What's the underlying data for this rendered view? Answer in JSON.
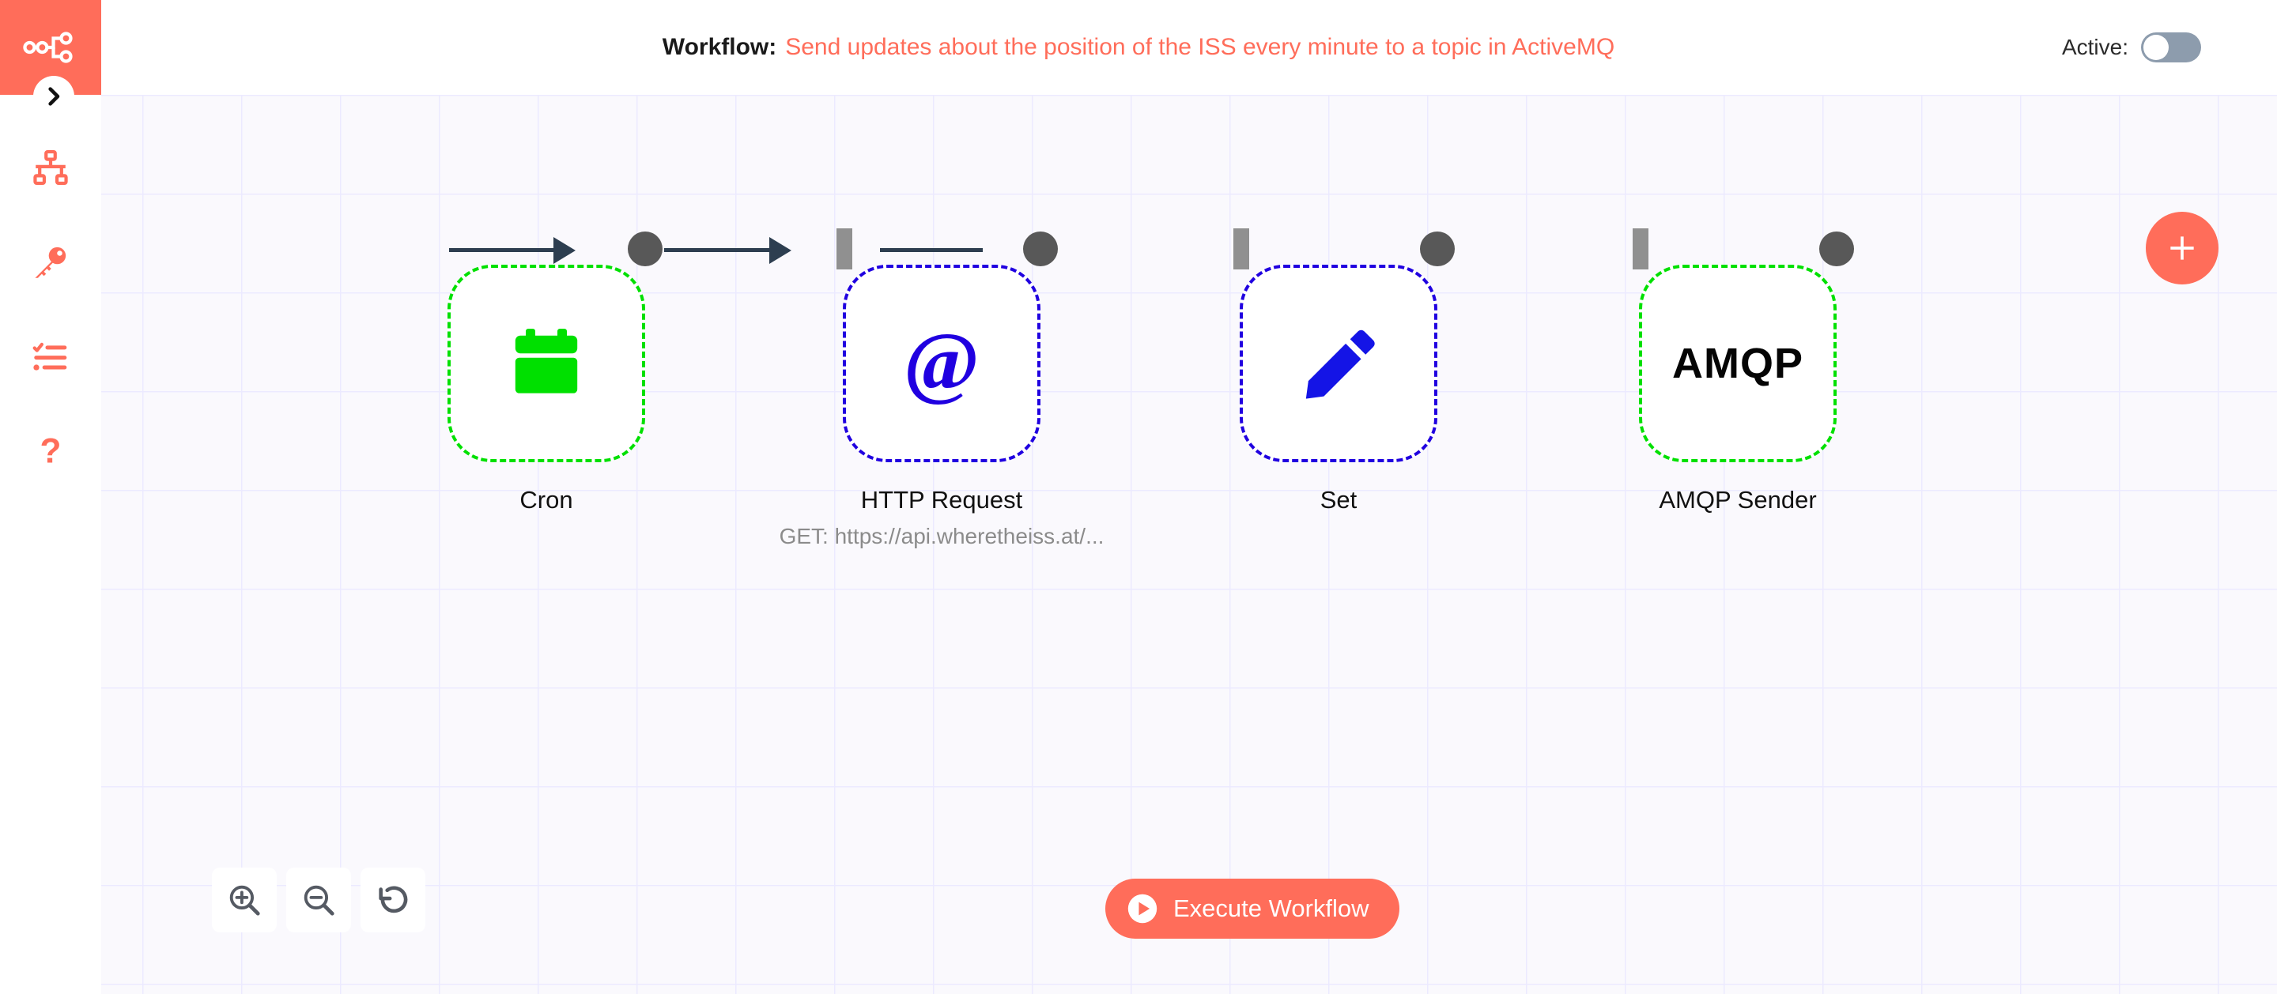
{
  "header": {
    "workflow_label": "Workflow:",
    "workflow_name": "Send updates about the position of the ISS every minute to a topic in ActiveMQ",
    "active_label": "Active:",
    "active_state": "off"
  },
  "sidebar": {
    "logo": "n8n-logo-icon",
    "expand_button": "chevron-right-icon",
    "items": [
      {
        "name": "workflows",
        "icon": "sitemap-icon"
      },
      {
        "name": "credentials",
        "icon": "key-icon"
      },
      {
        "name": "executions",
        "icon": "tasks-icon"
      },
      {
        "name": "help",
        "icon": "question-mark-icon"
      }
    ]
  },
  "canvas": {
    "add_node_button": "plus-icon",
    "zoom_toolbar": [
      {
        "name": "zoom-in",
        "icon": "magnifier-plus-icon"
      },
      {
        "name": "zoom-out",
        "icon": "magnifier-minus-icon"
      },
      {
        "name": "reset-zoom",
        "icon": "undo-icon"
      }
    ],
    "execute": {
      "label": "Execute Workflow",
      "icon": "play-circle-icon",
      "color": "#ff6d5a"
    },
    "nodes": [
      {
        "id": "cron",
        "label": "Cron",
        "sublabel": "",
        "icon": "calendar-icon",
        "border_color": "#00e000",
        "icon_color": "#00e000",
        "has_input": false,
        "has_output": true
      },
      {
        "id": "http-request",
        "label": "HTTP Request",
        "sublabel": "GET: https://api.wheretheiss.at/...",
        "icon": "at-sign-icon",
        "border_color": "#2000e0",
        "icon_color": "#2000e0",
        "has_input": true,
        "has_output": true
      },
      {
        "id": "set",
        "label": "Set",
        "sublabel": "",
        "icon": "pencil-icon",
        "border_color": "#2000e0",
        "icon_color": "#1414e6",
        "has_input": true,
        "has_output": true
      },
      {
        "id": "amqp-sender",
        "label": "AMQP Sender",
        "sublabel": "",
        "icon": "amqp-text-icon",
        "icon_text": "AMQP",
        "border_color": "#00e000",
        "icon_color": "#050505",
        "has_input": true,
        "has_output": true
      }
    ],
    "connections": [
      {
        "from": "cron",
        "to": "http-request"
      },
      {
        "from": "http-request",
        "to": "set"
      },
      {
        "from": "set",
        "to": "amqp-sender"
      }
    ]
  },
  "colors": {
    "brand": "#ff6d5a",
    "canvas_bg": "#faf9fd",
    "grid_line": "#eceaff",
    "connection": "#2d3e50",
    "endpoint": "#585858"
  }
}
